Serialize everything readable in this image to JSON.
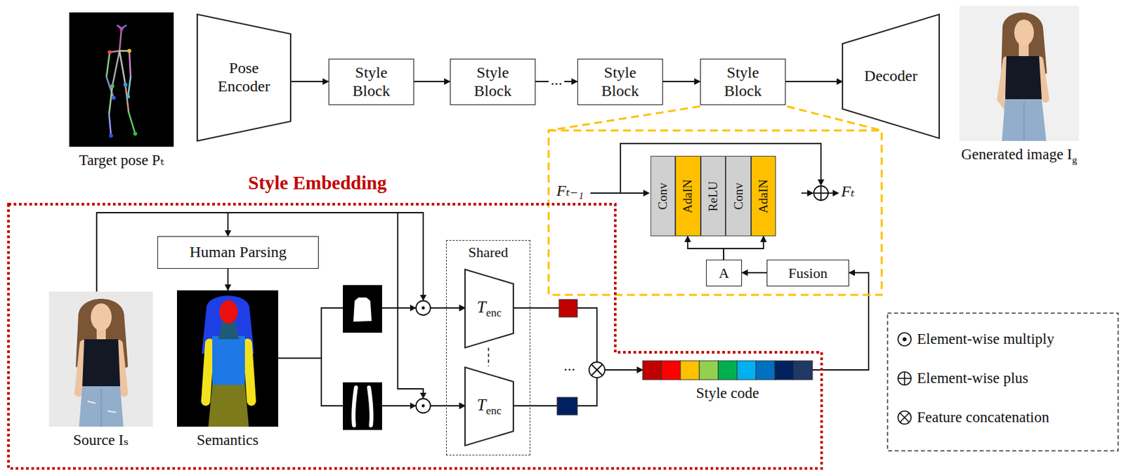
{
  "diagram": {
    "nodes": [
      {
        "text": [
          "Target pose Pₜ"
        ]
      },
      {
        "text": [
          "Pose Encoder"
        ]
      },
      {
        "text": [
          "Style Block"
        ]
      },
      {
        "text": [
          "Style Block"
        ]
      },
      {
        "text": [
          "Style Block"
        ]
      },
      {
        "text": [
          "Style Block"
        ]
      },
      {
        "text": [
          "Decoder"
        ]
      },
      {
        "text": [
          "Generated image I",
          "g"
        ]
      },
      {
        "text": [
          "Conv"
        ]
      },
      {
        "text": [
          "AdaIN"
        ]
      },
      {
        "text": [
          "ReLU"
        ]
      },
      {
        "text": [
          "Conv"
        ]
      },
      {
        "text": [
          "AdaIN"
        ]
      },
      {
        "text": [
          "A"
        ]
      },
      {
        "text": [
          "Fusion"
        ]
      },
      {
        "text": [
          "Style Embedding"
        ]
      },
      {
        "text": [
          "Human Parsing"
        ],
        "in": 15
      },
      {
        "text": [
          "Source Iₛ"
        ],
        "in": 15
      },
      {
        "text": [
          "Semantics"
        ],
        "in": 15
      },
      {
        "text": [
          "Shared"
        ],
        "in": 15
      },
      {
        "text": [
          "T",
          "enc"
        ],
        "in": 19
      },
      {
        "text": [
          "T",
          "enc"
        ],
        "in": 19
      },
      {
        "text": [
          "Style code"
        ],
        "in": 15
      }
    ],
    "edges": [
      {
        "from": 1,
        "to": 2,
        "arrow": "to"
      },
      {
        "from": 2,
        "to": 3,
        "arrow": "to"
      },
      {
        "from": 3,
        "to": 4,
        "label": "...",
        "arrow": "to"
      },
      {
        "from": 4,
        "to": 5,
        "arrow": "to"
      },
      {
        "from": 5,
        "to": 6,
        "arrow": "to"
      },
      {
        "from": 17,
        "to": 16,
        "arrow": "to"
      },
      {
        "from": 16,
        "to": 18,
        "arrow": "to"
      },
      {
        "from": 17,
        "to": 20,
        "arrow": "to"
      },
      {
        "from": 17,
        "to": 21,
        "arrow": "to"
      },
      {
        "from": 18,
        "to": 20,
        "arrow": "to"
      },
      {
        "from": 18,
        "to": 21,
        "arrow": "to"
      },
      {
        "from": 20,
        "to": 22,
        "arrow": "to"
      },
      {
        "from": 21,
        "to": 22,
        "arrow": "to"
      },
      {
        "from": 22,
        "to": 14,
        "arrow": "to"
      },
      {
        "from": 14,
        "to": 13,
        "arrow": "to"
      },
      {
        "from": 13,
        "to": 9,
        "arrow": "to"
      },
      {
        "from": 13,
        "to": 12,
        "arrow": "to"
      }
    ],
    "labels": [
      "Fₜ₋₁",
      "Fₜ",
      "..."
    ],
    "legend": [
      {
        "text": "Element-wise multiply"
      },
      {
        "text": "Element-wise plus"
      },
      {
        "text": "Feature concatenation"
      }
    ]
  }
}
